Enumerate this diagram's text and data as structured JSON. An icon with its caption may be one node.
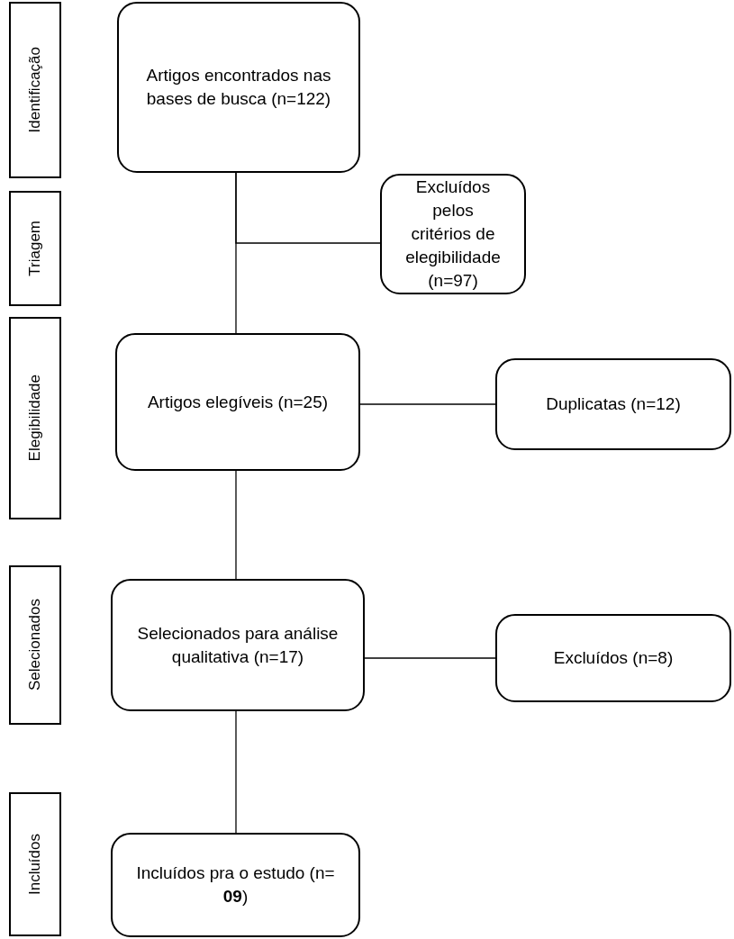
{
  "diagram": {
    "nodes": [
      {
        "text": [
          "Identificação"
        ]
      },
      {
        "text": [
          "Triagem"
        ]
      },
      {
        "text": [
          "Elegibilidade"
        ]
      },
      {
        "text": [
          "Selecionados"
        ]
      },
      {
        "text": [
          "Incluídos"
        ]
      },
      {
        "text": [
          "Artigos encontrados nas bases de busca (n=122)"
        ]
      },
      {
        "text": [
          "Excluídos pelos critérios de elegibilidade (n=97)"
        ]
      },
      {
        "text": [
          "Artigos elegíveis (n=25)"
        ]
      },
      {
        "text": [
          "Duplicatas (n=12)"
        ]
      },
      {
        "text": [
          "Selecionados para análise qualitativa (n=17)"
        ]
      },
      {
        "text": [
          "Excluídos (n=8)"
        ]
      },
      {
        "text": [
          "Incluídos pra o estudo (n= **09**)"
        ]
      }
    ],
    "edges": [
      {
        "from": 5,
        "to": 7,
        "arrow": "none"
      },
      {
        "from": 5,
        "to": 6,
        "arrow": "none"
      },
      {
        "from": 7,
        "to": 8,
        "arrow": "none"
      },
      {
        "from": 7,
        "to": 9,
        "arrow": "none"
      },
      {
        "from": 9,
        "to": 10,
        "arrow": "none"
      },
      {
        "from": 9,
        "to": 11,
        "arrow": "none"
      }
    ]
  }
}
